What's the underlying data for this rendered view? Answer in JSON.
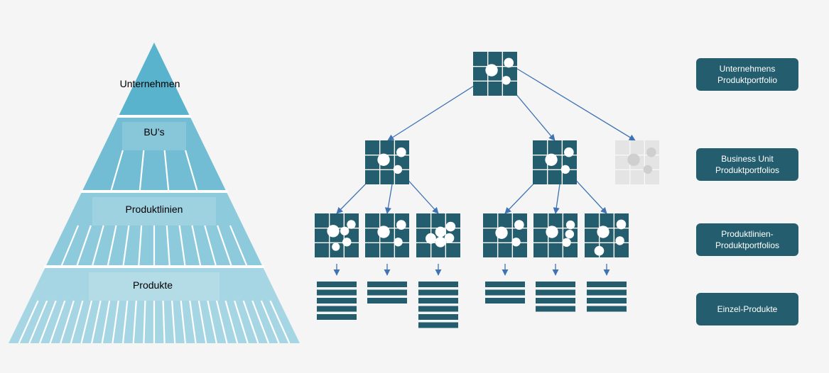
{
  "colors": {
    "background": "#f5f5f5",
    "portfolio": "#245e6e",
    "portfolio_faded": "#e4e4e4",
    "connector": "#3f73b4",
    "pyramid_tier_1": "#5ab3cc",
    "pyramid_tier_2": "#72bdd3",
    "pyramid_tier_3": "#8dcadc",
    "pyramid_tier_4": "#a6d6e3",
    "label_box": "#245e6e",
    "label_text": "#ffffff"
  },
  "pyramid": {
    "tiers": [
      {
        "label": "Unternehmen",
        "segments": 1
      },
      {
        "label": "BU’s",
        "segments": 5
      },
      {
        "label": "Produktlinien",
        "segments": 14
      },
      {
        "label": "Produkte",
        "segments": 28
      }
    ]
  },
  "tree": {
    "root": {
      "icon": "portfolio-matrix-icon"
    },
    "business_units": [
      {
        "icon": "portfolio-matrix-icon",
        "faded": false,
        "product_lines": [
          {
            "list_items": 5
          },
          {
            "list_items": 3
          },
          {
            "list_items": 6
          }
        ]
      },
      {
        "icon": "portfolio-matrix-icon",
        "faded": false,
        "product_lines": [
          {
            "list_items": 3
          },
          {
            "list_items": 4
          },
          {
            "list_items": 4
          }
        ]
      },
      {
        "icon": "portfolio-matrix-icon",
        "faded": true,
        "product_lines": []
      }
    ]
  },
  "labels": [
    {
      "lines": [
        "Unternehmens",
        "Produktportfolio"
      ]
    },
    {
      "lines": [
        "Business Unit",
        "Produktportfolios"
      ]
    },
    {
      "lines": [
        "Produktlinien-",
        "Produktportfolios"
      ]
    },
    {
      "lines": [
        "Einzel-Produkte"
      ]
    }
  ]
}
